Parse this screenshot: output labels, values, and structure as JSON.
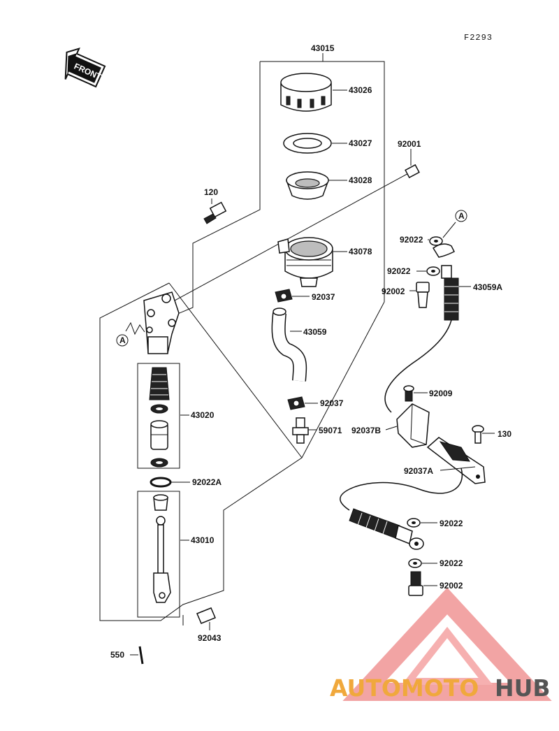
{
  "figure_code": "F2293",
  "front_arrow_label": "FRONT",
  "callouts": {
    "p43015": "43015",
    "p43026": "43026",
    "p43027": "43027",
    "p43028": "43028",
    "p92001": "92001",
    "p120": "120",
    "p92022_top": "92022",
    "p43078": "43078",
    "p92022_mid": "92022",
    "p92002_top": "92002",
    "p43059A": "43059A",
    "p92037_top": "92037",
    "p43059": "43059",
    "p92009": "92009",
    "p43020": "43020",
    "p92037_mid": "92037",
    "p92037B": "92037B",
    "p59071": "59071",
    "p130": "130",
    "p92037A": "92037A",
    "p92022A": "92022A",
    "p92022_low1": "92022",
    "p43010": "43010",
    "p92022_low2": "92022",
    "p92002_low": "92002",
    "p92043": "92043",
    "p550": "550"
  },
  "ref_marks": {
    "a_left": "A",
    "a_right": "A"
  },
  "watermark": {
    "word_part1": "AUTOMOTO",
    "word_part2": "HUB",
    "color_main": "#f0a83c",
    "color_accent": "#e83a3a",
    "color_dark": "#555555"
  }
}
